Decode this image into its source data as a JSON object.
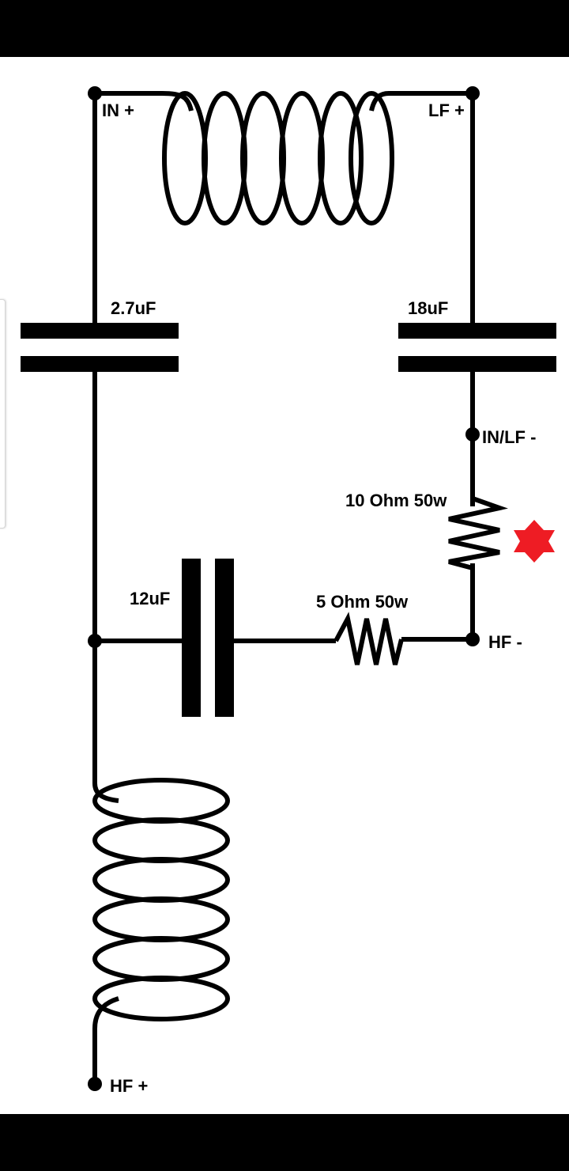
{
  "diagram": {
    "labels": {
      "in_plus": "IN +",
      "lf_plus": "LF +",
      "cap_2_7uf": "2.7uF",
      "cap_18uf": "18uF",
      "in_lf_minus": "IN/LF -",
      "res_10ohm": "10 Ohm 50w",
      "cap_12uf": "12uF",
      "res_5ohm": "5 Ohm 50w",
      "hf_minus": "HF -",
      "hf_plus": "HF +"
    },
    "colors": {
      "wire": "#000000",
      "marker": "#ee1c24"
    },
    "icons": {
      "marker": "star-marker-icon"
    }
  }
}
